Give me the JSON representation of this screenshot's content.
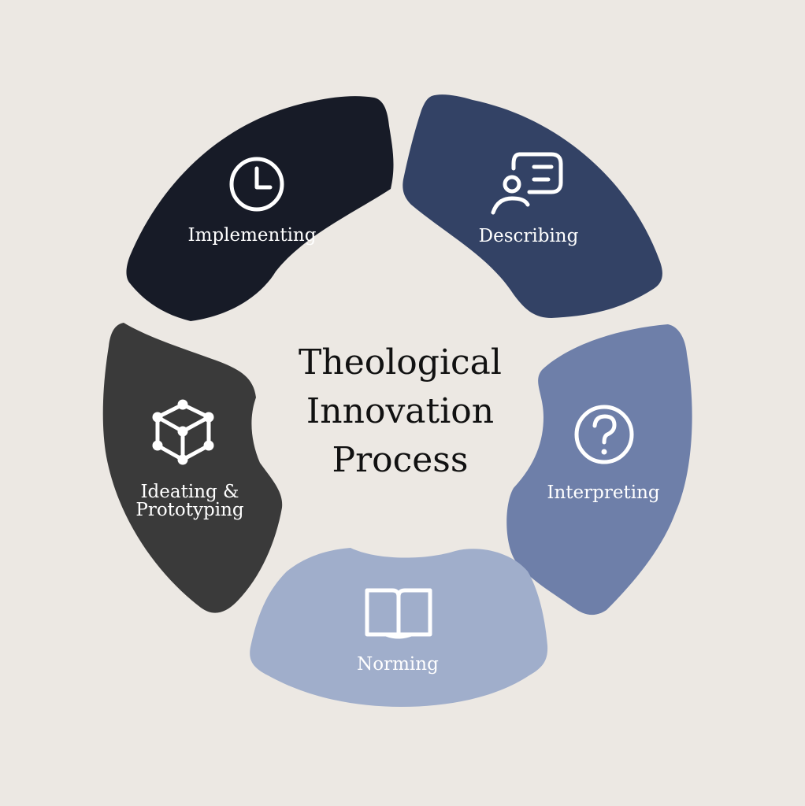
{
  "title": [
    "Theological",
    "Innovation",
    "Process"
  ],
  "colors": {
    "background": "#ece8e3",
    "implementing": "#171b27",
    "describing": "#334265",
    "interpreting": "#6e7fa9",
    "norming": "#a0aecb",
    "ideating": "#3a3a3a",
    "title_text": "#111111",
    "label_text": "#ffffff"
  },
  "segments": [
    {
      "label": "Implementing",
      "icon": "clock-icon"
    },
    {
      "label": "Describing",
      "icon": "chat-person-icon"
    },
    {
      "label": "Interpreting",
      "icon": "question-circle-icon"
    },
    {
      "label": "Norming",
      "icon": "open-book-icon"
    },
    {
      "label_lines": [
        "Ideating &",
        "Prototyping"
      ],
      "icon": "cube-network-icon"
    }
  ]
}
